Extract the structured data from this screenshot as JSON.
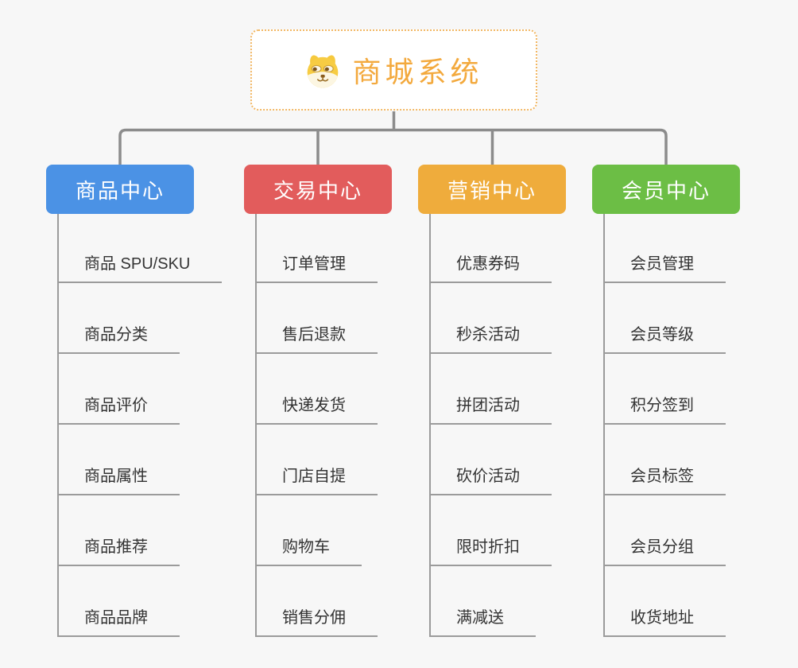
{
  "canvas": {
    "background": "#f7f7f7"
  },
  "root": {
    "title": "商城系统",
    "icon": "shiba-dog-icon",
    "title_color": "#f3a93d",
    "border_color": "#f2b763",
    "fill": "#ffffff"
  },
  "connector_color": "#8c8c8c",
  "leaf_line_color": "#9b9b9b",
  "leaf_text_color": "#333333",
  "branches": [
    {
      "label": "商品中心",
      "color": "#4b92e5",
      "items": [
        "商品 SPU/SKU",
        "商品分类",
        "商品评价",
        "商品属性",
        "商品推荐",
        "商品品牌"
      ]
    },
    {
      "label": "交易中心",
      "color": "#e25c5c",
      "items": [
        "订单管理",
        "售后退款",
        "快递发货",
        "门店自提",
        "购物车",
        "销售分佣"
      ]
    },
    {
      "label": "营销中心",
      "color": "#efac3c",
      "items": [
        "优惠券码",
        "秒杀活动",
        "拼团活动",
        "砍价活动",
        "限时折扣",
        "满减送"
      ]
    },
    {
      "label": "会员中心",
      "color": "#6cbe45",
      "items": [
        "会员管理",
        "会员等级",
        "积分签到",
        "会员标签",
        "会员分组",
        "收货地址"
      ]
    }
  ]
}
